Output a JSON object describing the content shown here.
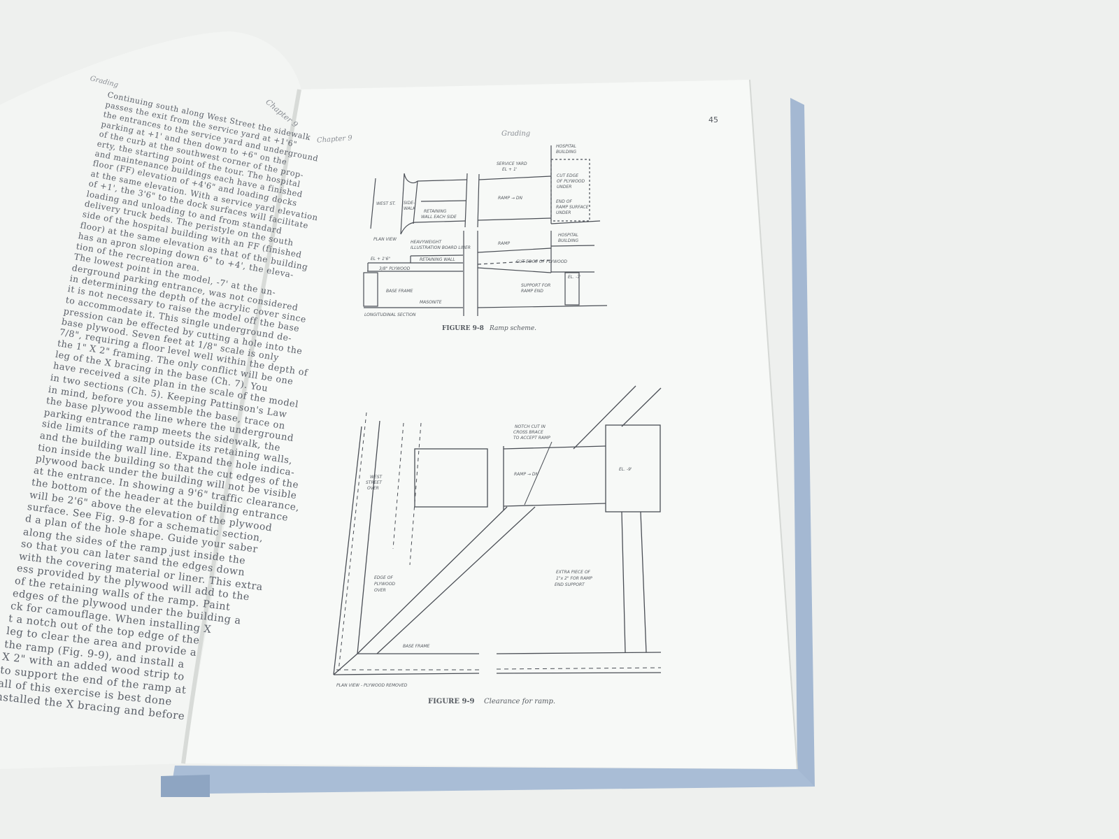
{
  "left_page": {
    "running_head": "Grading",
    "chapter_label": "Chapter 9",
    "lines": [
      "Continuing south along West Street the sidewalk",
      "passes the exit from the service yard at +1'6\"",
      "the entrances to the service yard and underground",
      "parking at +1' and then down to +6\" on the",
      "of the curb at the southwest corner of the prop-",
      "erty, the starting point of the tour. The hospital",
      "and maintenance buildings each have a finished",
      "floor (FF) elevation of +4'6\" and loading docks",
      "at the same elevation. With a service yard elevation",
      "of +1', the 3'6\" to the dock surfaces will facilitate",
      "loading and unloading to and from standard",
      "delivery truck beds. The peristyle on the south",
      "side of the hospital building with an FF (finished",
      "floor) at the same elevation as that of the building",
      "has an apron sloping down 6\" to +4', the eleva-",
      "tion of the recreation area.",
      "   The lowest point in the model, -7' at the un-",
      "derground parking entrance, was not considered",
      "in determining the depth of the acrylic cover since",
      "it is not necessary to raise the model off the base",
      "to accommodate it. This single underground de-",
      "pression can be effected by cutting a hole into the",
      "base plywood. Seven feet at 1/8\" scale is only",
      "7/8\", requiring a floor level well within the depth of",
      "the 1\" X 2\" framing. The only conflict will be one",
      "leg of the X bracing in the base (Ch. 7). You",
      "have received a site plan in the scale of the model",
      "in two sections (Ch. 5). Keeping Pattinson's Law",
      "in mind, before you assemble the base, trace on",
      "the base plywood the line where the underground",
      "parking entrance ramp meets the sidewalk, the",
      "side limits of the ramp outside its retaining walls,",
      "and the building wall line. Expand the hole indica-",
      "tion inside the building so that the cut edges of the",
      "plywood back under the building will not be visible",
      "at the entrance. In showing a 9'6\" traffic clearance,",
      "the bottom of the header at the building entrance",
      "will be 2'6\" above the elevation of the plywood",
      "surface. See Fig. 9-8 for a schematic section,",
      "d a plan of the hole shape. Guide your saber",
      "along the sides of the ramp just inside the",
      "so that you can later sand the edges down",
      "with the covering material or liner. This extra",
      "ess provided by the plywood will add to the",
      "of the retaining walls of the ramp. Paint",
      "edges of the plywood under the building a",
      "ck for camouflage. When installing X",
      "t a notch out of the top edge of the",
      "leg to clear the area and provide a",
      "the ramp (Fig. 9-9), and install a",
      "X 2\" with an added wood strip to",
      "to support the end of the ramp at",
      "all of this exercise is best done",
      "nstalled the X bracing and before"
    ]
  },
  "right_page": {
    "page_number": "45",
    "chapter_label": "Chapter 9",
    "running_head": "Grading",
    "figure_9_8": {
      "caption_number": "FIGURE 9-8",
      "caption_text": "Ramp scheme.",
      "labels": {
        "hospital_building_top": [
          "HOSPITAL",
          "BUILDING"
        ],
        "service_yard": [
          "SERVICE YARD",
          "EL + 1'"
        ],
        "cut_edge": [
          "CUT EDGE",
          "OF PLYWOOD",
          "UNDER"
        ],
        "ramp_dn": "RAMP  → DN",
        "west_st": "WEST ST.",
        "sidewalk": [
          "SIDE-",
          "WALK"
        ],
        "retaining_wall": [
          "RETAINING",
          "WALL EACH SIDE"
        ],
        "end_of_ramp": [
          "END OF",
          "RAMP SURFACE",
          "UNDER"
        ],
        "plan_view": "PLAN VIEW",
        "heavyweight": [
          "HEAVYWEIGHT",
          "ILLUSTRATION BOARD LINER"
        ],
        "ramp": "RAMP",
        "hospital_building_bottom": [
          "HOSPITAL",
          "BUILDING"
        ],
        "el_1_6": "EL + 1'6\"",
        "retaining_wall_section": "RETAINING WALL",
        "cut_edge_section": "CUT EDGE OF PLYWOOD",
        "plywood": "3/8\" PLYWOOD",
        "el_minus_7": "EL. -7'",
        "base_frame": "BASE FRAME",
        "support": [
          "SUPPORT FOR",
          "RAMP END"
        ],
        "masonite": "MASONITE",
        "longitudinal_section": "LONGITUDINAL SECTION"
      }
    },
    "figure_9_9": {
      "caption_number": "FIGURE 9-9",
      "caption_text": "Clearance for ramp.",
      "labels": {
        "notch": [
          "NOTCH CUT IN",
          "CROSS BRACE",
          "TO ACCEPT RAMP"
        ],
        "west_street": [
          "WEST",
          "STREET",
          "OVER"
        ],
        "ramp_dn": "RAMP     → DN",
        "el_minus_9": "EL. -9'",
        "edge_of_plywood": [
          "EDGE OF",
          "PLYWOOD",
          "OVER"
        ],
        "extra_piece": [
          "EXTRA PIECE OF",
          "1\"x 2\" FOR RAMP",
          "END SUPPORT"
        ],
        "base_frame": "BASE FRAME",
        "plan_view": "PLAN VIEW - PLYWOOD REMOVED"
      }
    }
  },
  "colors": {
    "background": "#eef0ee",
    "page": "#f7f9f7",
    "cover": "#a9bdd6",
    "ink": "#55595f"
  }
}
